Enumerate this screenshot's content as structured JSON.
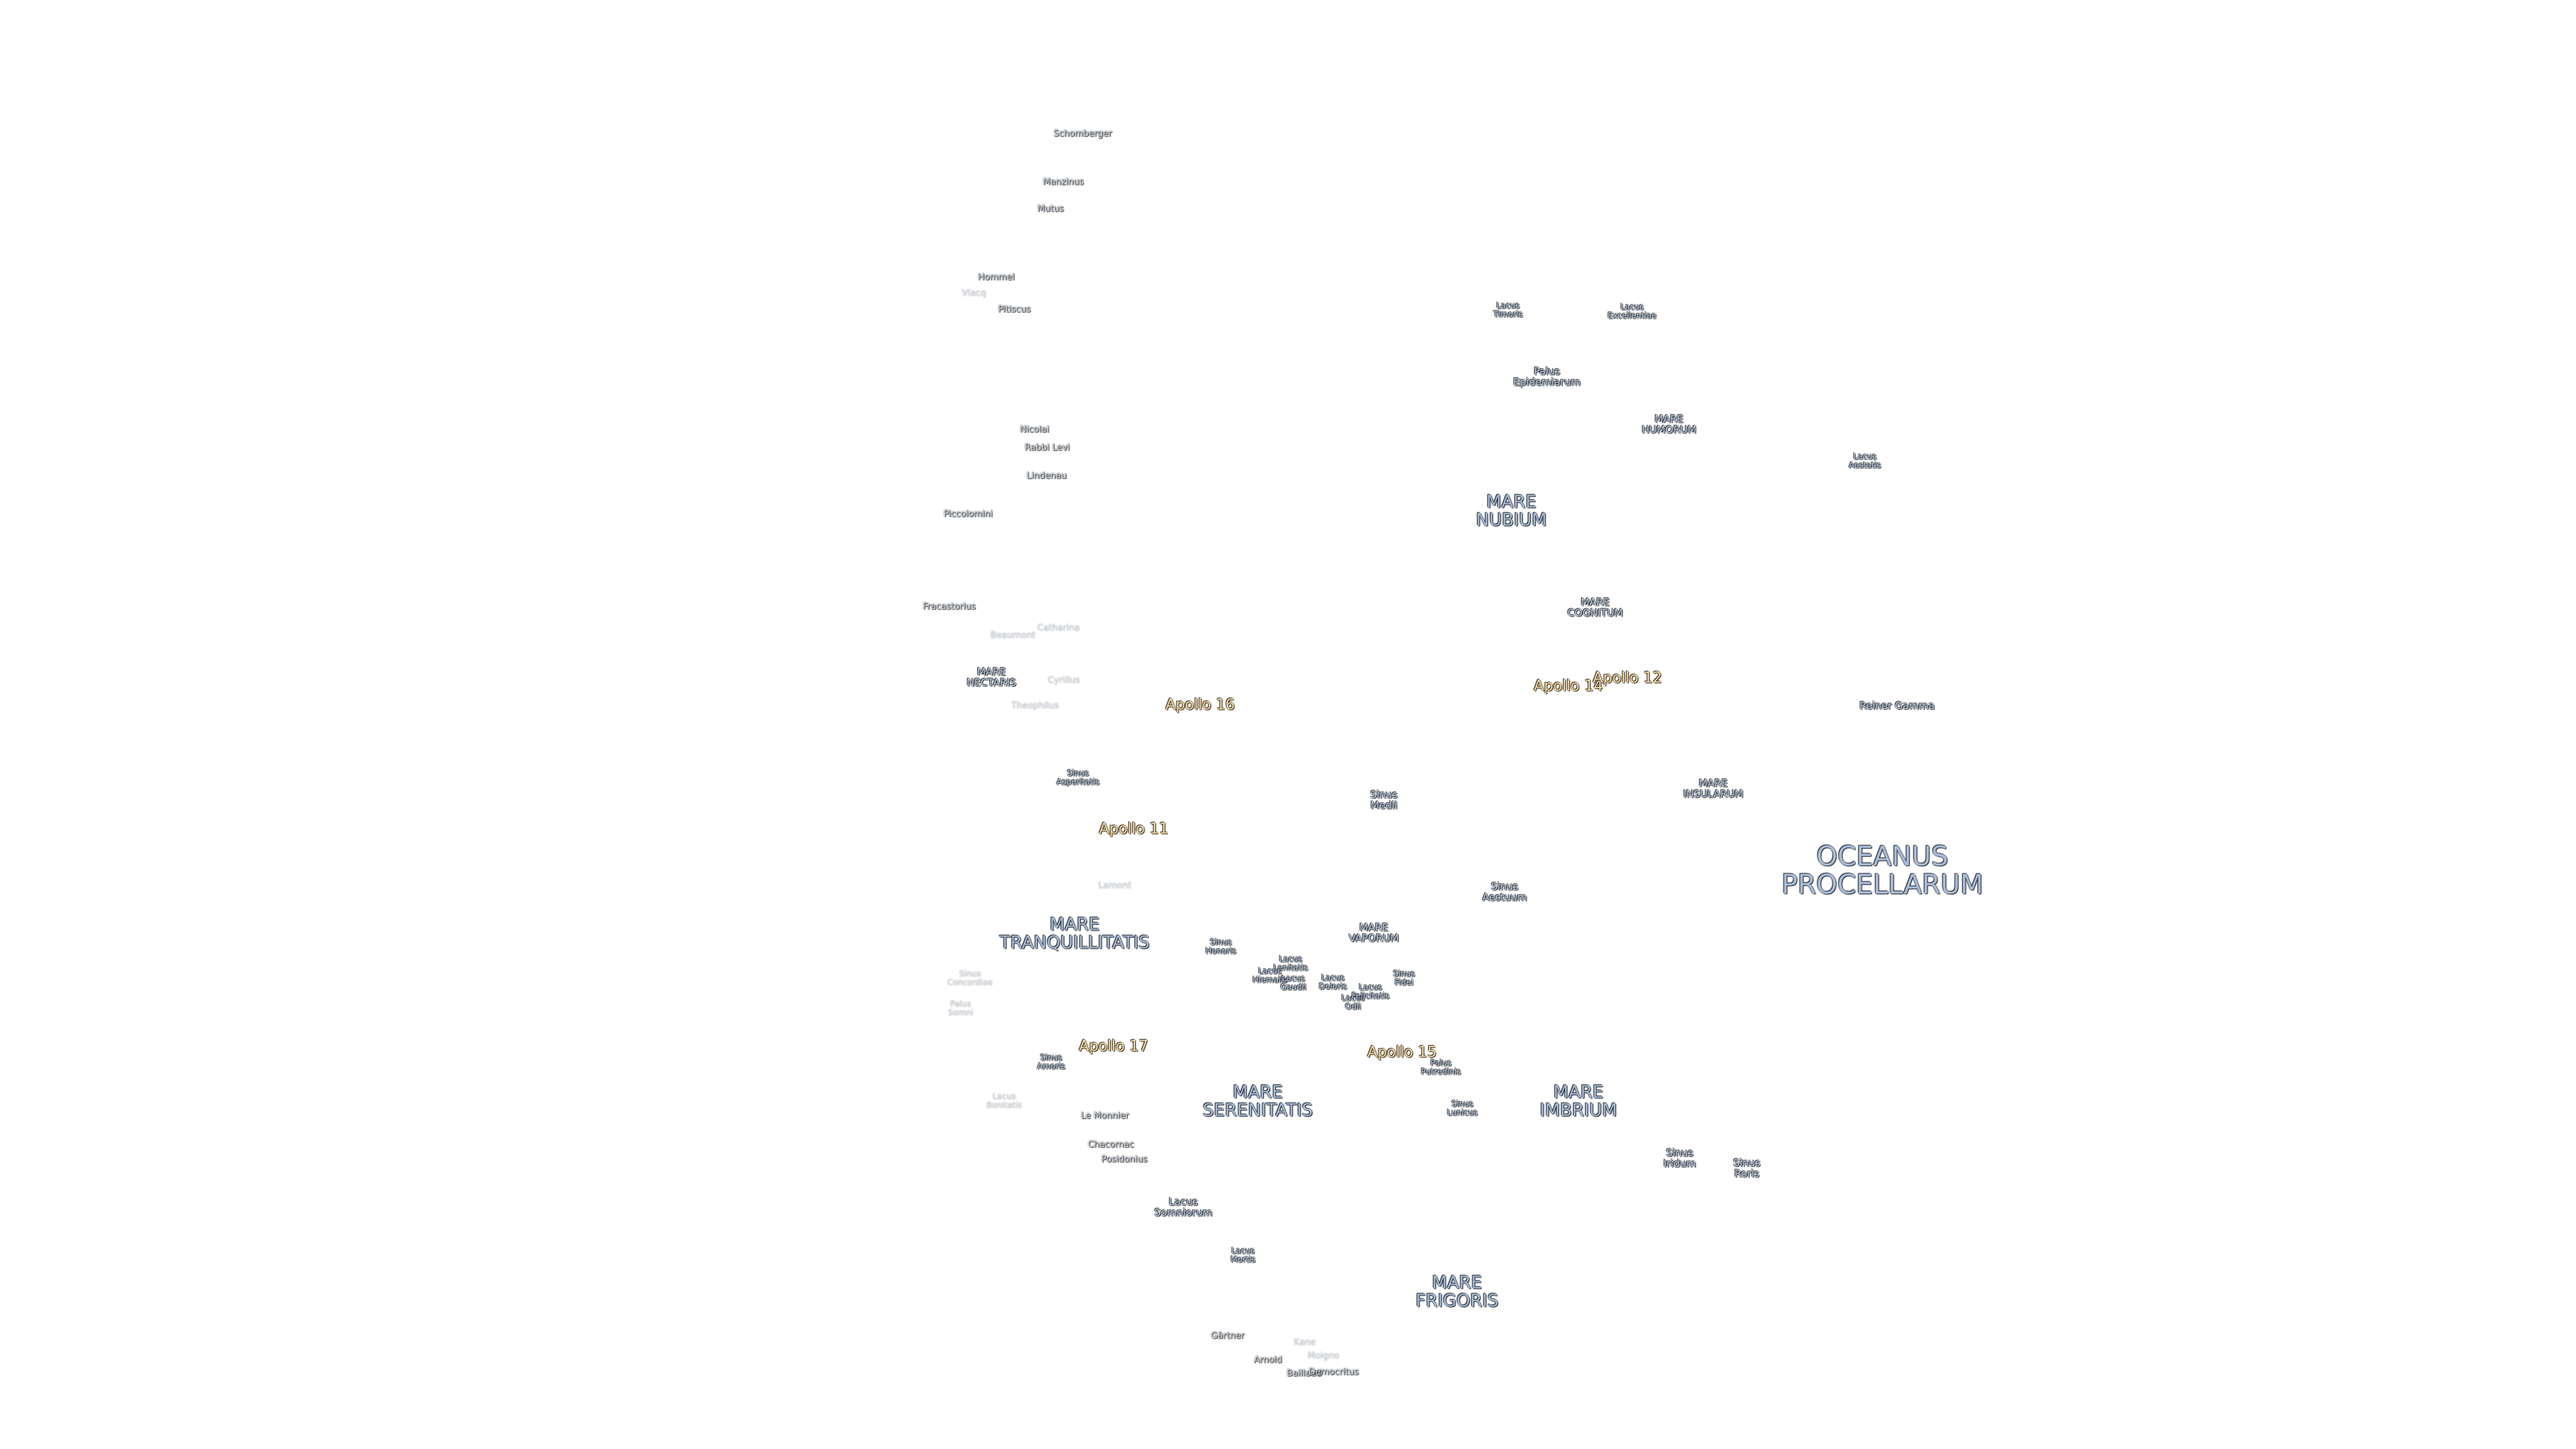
{
  "map": {
    "labels": [
      {
        "id": "schomberger",
        "kind": "crater",
        "text": "Schomberger"
      },
      {
        "id": "manzinus",
        "kind": "crater",
        "text": "Manzinus"
      },
      {
        "id": "mutus",
        "kind": "crater",
        "text": "Mutus"
      },
      {
        "id": "hommel",
        "kind": "crater",
        "text": "Hommel"
      },
      {
        "id": "vlacq",
        "kind": "crater",
        "text": "Vlacq"
      },
      {
        "id": "pitiscus",
        "kind": "crater",
        "text": "Pitiscus"
      },
      {
        "id": "nicolai",
        "kind": "crater",
        "text": "Nicolai"
      },
      {
        "id": "rabbi-levi",
        "kind": "crater",
        "text": "Rabbi Levi"
      },
      {
        "id": "lindenau",
        "kind": "crater",
        "text": "Lindenau"
      },
      {
        "id": "piccolomini",
        "kind": "crater",
        "text": "Piccolomini"
      },
      {
        "id": "fracastorius",
        "kind": "crater",
        "text": "Fracastorius"
      },
      {
        "id": "beaumont",
        "kind": "crater",
        "text": "Beaumont"
      },
      {
        "id": "catharina",
        "kind": "crater",
        "text": "Catharina"
      },
      {
        "id": "cyrillus",
        "kind": "crater",
        "text": "Cyrillus"
      },
      {
        "id": "theophilus",
        "kind": "crater",
        "text": "Theophilus"
      },
      {
        "id": "lamont",
        "kind": "crater",
        "text": "Lamont"
      },
      {
        "id": "le-monnier",
        "kind": "crater",
        "text": "Le Monnier"
      },
      {
        "id": "chacornac",
        "kind": "crater",
        "text": "Chacornac"
      },
      {
        "id": "posidonius",
        "kind": "crater",
        "text": "Posidonius"
      },
      {
        "id": "gartner",
        "kind": "crater",
        "text": "Gärtner"
      },
      {
        "id": "arnold",
        "kind": "crater",
        "text": "Arnold"
      },
      {
        "id": "kane",
        "kind": "crater",
        "text": "Kane"
      },
      {
        "id": "moigno",
        "kind": "crater",
        "text": "Moigno"
      },
      {
        "id": "baillaud",
        "kind": "crater",
        "text": "Baillaud"
      },
      {
        "id": "democritus",
        "kind": "crater",
        "text": "Democritus"
      },
      {
        "id": "reiner-gamma",
        "kind": "feature",
        "text": "Reiner Gamma"
      },
      {
        "id": "lacus-timoris",
        "kind": "feature-small",
        "text": "Lacus\nTimoris"
      },
      {
        "id": "lacus-excellentiae",
        "kind": "feature-small",
        "text": "Lacus\nExcellentiae"
      },
      {
        "id": "palus-epidemiarum",
        "kind": "feature",
        "text": "Palus\nEpidemiarum"
      },
      {
        "id": "mare-humorum",
        "kind": "feature",
        "text": "MARE\nHUMORUM"
      },
      {
        "id": "lacus-aestatis",
        "kind": "feature-small",
        "text": "Lacus\nAestatis"
      },
      {
        "id": "mare-nubium",
        "kind": "mare",
        "text": "MARE\nNUBIUM"
      },
      {
        "id": "mare-cognitum",
        "kind": "feature",
        "text": "MARE\nCOGNITUM"
      },
      {
        "id": "mare-nectaris",
        "kind": "feature",
        "text": "MARE\nNECTARIS"
      },
      {
        "id": "sinus-asperitatis",
        "kind": "feature-small",
        "text": "Sinus\nAsperitatis"
      },
      {
        "id": "sinus-medii",
        "kind": "feature",
        "text": "Sinus\nMedii"
      },
      {
        "id": "mare-insularum",
        "kind": "feature",
        "text": "MARE\nINSULARUM"
      },
      {
        "id": "oceanus-procellarum",
        "kind": "mare-big",
        "text": "OCEANUS\nPROCELLARUM"
      },
      {
        "id": "sinus-aestuum",
        "kind": "feature",
        "text": "Sinus\nAestuum"
      },
      {
        "id": "mare-tranquillitatis",
        "kind": "mare",
        "text": "MARE\nTRANQUILLITATIS"
      },
      {
        "id": "mare-vaporum",
        "kind": "feature",
        "text": "MARE\nVAPORUM"
      },
      {
        "id": "sinus-honoris",
        "kind": "feature-small",
        "text": "Sinus\nHonoris"
      },
      {
        "id": "lacus-lenitatis",
        "kind": "feature-small",
        "text": "Lacus\nLenitatis"
      },
      {
        "id": "lacus-hiemalis",
        "kind": "feature-small",
        "text": "Lacus\nHiemalis"
      },
      {
        "id": "lacus-gaudii",
        "kind": "feature-small",
        "text": "Lacus\nGaudii"
      },
      {
        "id": "lacus-doloris",
        "kind": "feature-small",
        "text": "Lacus\nDoloris"
      },
      {
        "id": "lacus-odii",
        "kind": "feature-small",
        "text": "Lacus\nOdii"
      },
      {
        "id": "lacus-felicitatis",
        "kind": "feature-small",
        "text": "Lacus\nFelicitatis"
      },
      {
        "id": "sinus-fidei",
        "kind": "feature-small",
        "text": "Sinus\nFidei"
      },
      {
        "id": "sinus-concordiae",
        "kind": "feature-small",
        "text": "Sinus\nConcordiae"
      },
      {
        "id": "palus-somni",
        "kind": "feature-small",
        "text": "Palus\nSomni"
      },
      {
        "id": "sinus-amoris",
        "kind": "feature-small",
        "text": "Sinus\nAmoris"
      },
      {
        "id": "palus-putredinis",
        "kind": "feature-small",
        "text": "Palus\nPutredinis"
      },
      {
        "id": "mare-serenitatis",
        "kind": "mare",
        "text": "MARE\nSERENITATIS"
      },
      {
        "id": "mare-imbrium",
        "kind": "mare",
        "text": "MARE\nIMBRIUM"
      },
      {
        "id": "sinus-lunicus",
        "kind": "feature-small",
        "text": "Sinus\nLunicus"
      },
      {
        "id": "lacus-bonitatis",
        "kind": "feature-small",
        "text": "Lacus\nBonitatis"
      },
      {
        "id": "sinus-iridum",
        "kind": "feature",
        "text": "Sinus\nIridum"
      },
      {
        "id": "sinus-roris",
        "kind": "feature",
        "text": "Sinus\nRoris"
      },
      {
        "id": "lacus-somniorum",
        "kind": "feature",
        "text": "Lacus\nSomniorum"
      },
      {
        "id": "lacus-mortis",
        "kind": "feature-small",
        "text": "Lacus\nMortis"
      },
      {
        "id": "mare-frigoris",
        "kind": "mare",
        "text": "MARE\nFRIGORIS"
      },
      {
        "id": "apollo-16",
        "kind": "apollo",
        "text": "Apollo 16"
      },
      {
        "id": "apollo-14",
        "kind": "apollo",
        "text": "Apollo 14"
      },
      {
        "id": "apollo-12",
        "kind": "apollo",
        "text": "Apollo 12"
      },
      {
        "id": "apollo-11",
        "kind": "apollo",
        "text": "Apollo 11"
      },
      {
        "id": "apollo-17",
        "kind": "apollo",
        "text": "Apollo 17"
      },
      {
        "id": "apollo-15",
        "kind": "apollo",
        "text": "Apollo 15"
      }
    ]
  }
}
